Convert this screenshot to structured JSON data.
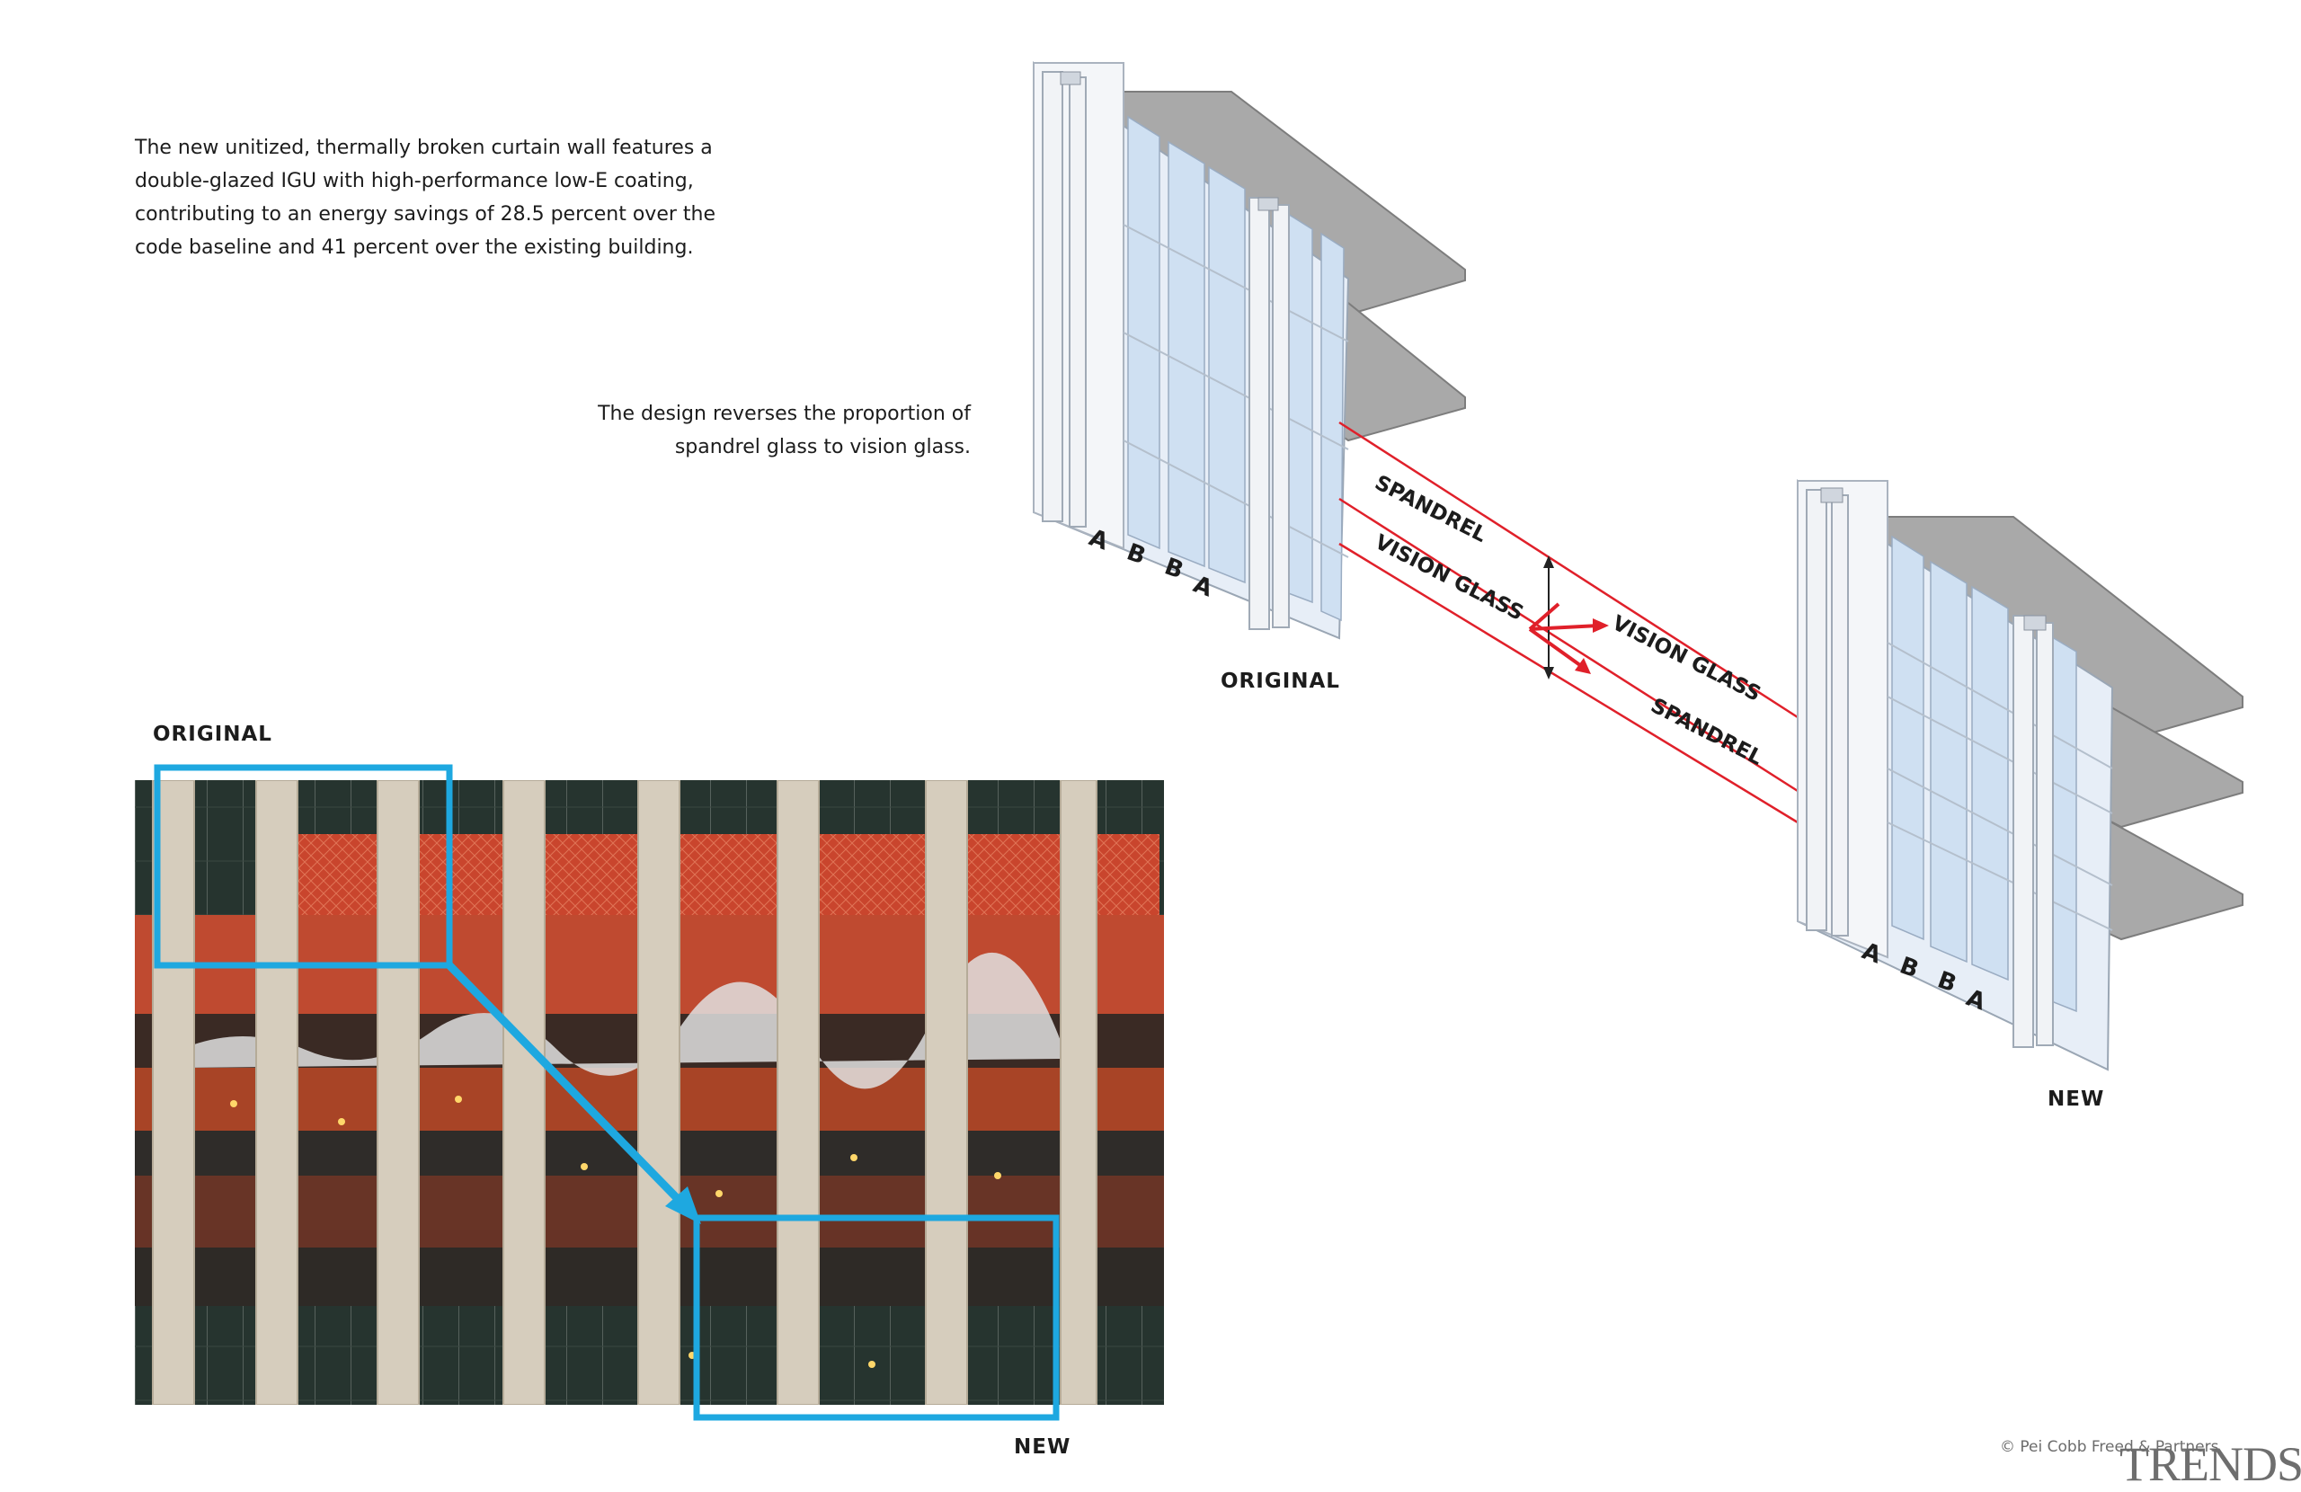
{
  "text_blocks": {
    "intro": "The new unitized, thermally broken curtain wall features a double-glazed IGU with high-performance low-E coating, contributing to an energy savings of 28.5 percent over the code baseline and 41 percent over the existing building.",
    "design_line1": "The design reverses the proportion of",
    "design_line2": "spandrel glass to vision glass."
  },
  "diagram": {
    "original_label": "ORIGINAL",
    "new_label": "NEW",
    "spandrel_label": "SPANDREL",
    "vision_label": "VISION GLASS",
    "bay_letters": [
      "A",
      "B",
      "B",
      "A"
    ]
  },
  "photo": {
    "original_label": "ORIGINAL",
    "new_label": "NEW"
  },
  "footer": {
    "credit": "© Pei Cobb Freed & Partners",
    "brand": "TRENDS"
  },
  "colors": {
    "highlight_blue": "#1ea8e0",
    "annotation_red": "#e0202a",
    "slab_gray": "#9a9a9a",
    "glass_blue": "#cfe0f2"
  }
}
